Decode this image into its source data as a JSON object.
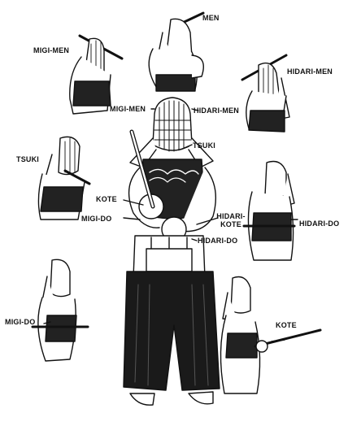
{
  "labels": {
    "men": "MEN",
    "migi_men_top": "MIGI-MEN",
    "hidari_men_top": "HIDARI-MEN",
    "migi_men": "MIGI-MEN",
    "hidari_men": "HIDARI-MEN",
    "tsuki_left": "TSUKI",
    "tsuki_center": "TSUKI",
    "kote_center": "KOTE",
    "migi_do_center": "MIGI-DO",
    "hidari_kote_1": "HIDARI-",
    "hidari_kote_2": "KOTE",
    "hidari_do_center": "HIDARI-DO",
    "hidari_do_right": "HIDARI-DO",
    "migi_do_left": "MIGI-DO",
    "kote_right": "KOTE"
  },
  "colors": {
    "ink": "#111111",
    "paper": "#ffffff",
    "shade": "#2a2a2a"
  }
}
